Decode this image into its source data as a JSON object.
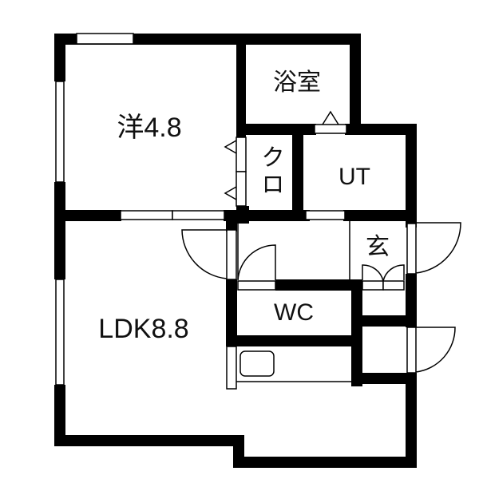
{
  "floor_plan": {
    "type": "apartment floor plan (1LDK)",
    "rooms": [
      {
        "id": "western",
        "label": "洋4.8",
        "kind": "Western-style room",
        "area_jo": 4.8
      },
      {
        "id": "bath",
        "label": "浴室",
        "kind": "Bathroom"
      },
      {
        "id": "closet",
        "label": "クロ",
        "kind": "Closet"
      },
      {
        "id": "utility",
        "label": "UT",
        "kind": "Utility / washroom"
      },
      {
        "id": "entrance",
        "label": "玄",
        "kind": "Entrance (genkan)"
      },
      {
        "id": "toilet",
        "label": "WC",
        "kind": "Toilet"
      },
      {
        "id": "ldk",
        "label": "LDK8.8",
        "kind": "Living / Dining / Kitchen",
        "area_jo": 8.8
      }
    ],
    "colors": {
      "wall": "#000000",
      "background": "#ffffff",
      "line": "#111111"
    }
  }
}
